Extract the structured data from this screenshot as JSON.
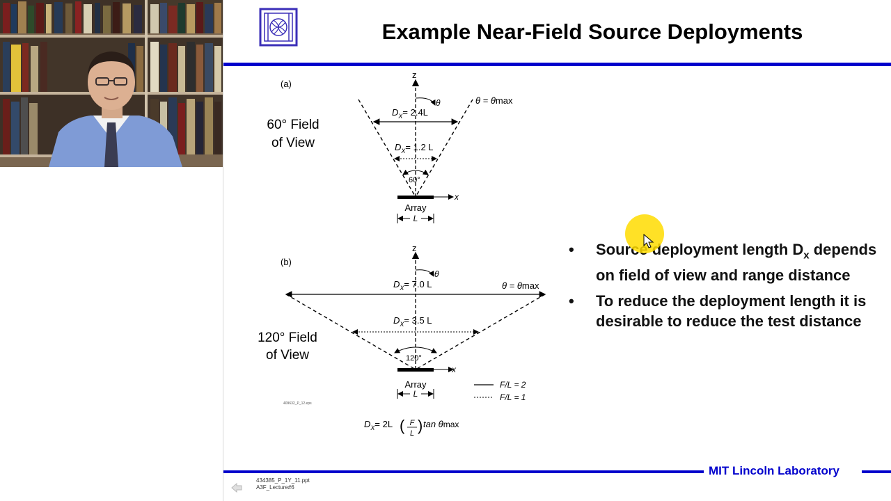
{
  "slide": {
    "title": "Example Near-Field Source Deployments",
    "footer_lab": "MIT Lincoln Laboratory",
    "footer_file_line1": "434385_P_1Y_11.ppt",
    "footer_file_line2": "A3F_Lecture#6"
  },
  "diagram_a": {
    "label": "(a)",
    "fov_line1": "60° Field",
    "fov_line2": "of View",
    "z": "z",
    "x": "x",
    "theta": "θ",
    "theta_max": "θ = θ",
    "max_sub": "max",
    "dx_top_prefix": "D",
    "dx_sub": "X",
    "dx_top_value": "= 2.4L",
    "dx_mid_value": "= 1.2 L",
    "angle": "60°",
    "array": "Array",
    "L": "L"
  },
  "diagram_b": {
    "label": "(b)",
    "fov_line1": "120° Field",
    "fov_line2": "of View",
    "z": "z",
    "x": "x",
    "theta": "θ",
    "theta_max": "θ = θ",
    "max_sub": "max",
    "dx_top_value": "= 7.0 L",
    "dx_mid_value": "= 3.5 L",
    "angle": "120°",
    "array": "Array",
    "L": "L",
    "legend_solid": "F/L = 2",
    "legend_dotted": "F/L = 1",
    "tiny_id": "409632_P_12.eps"
  },
  "formula": {
    "lhs": "D",
    "lhs_sub": "X",
    "eq": "= 2L",
    "frac_num": "F",
    "frac_den": "L",
    "tan": "tan θ",
    "tan_sub": "max"
  },
  "bullets": [
    {
      "text": "Source deployment length D",
      "sub": "x",
      "text2": " depends on field of view and range distance"
    },
    {
      "text": "To reduce the deployment length it is desirable to reduce the test distance",
      "sub": "",
      "text2": ""
    }
  ],
  "bullet_char": "•",
  "colors": {
    "rule_blue": "#0000cc",
    "lab_blue": "#0000cc",
    "cursor_yellow": "#ffdc00"
  },
  "icons": {
    "logo": "mit-ll-logo-icon",
    "nav": "nav-arrow-icon",
    "cursor": "mouse-pointer-icon"
  }
}
